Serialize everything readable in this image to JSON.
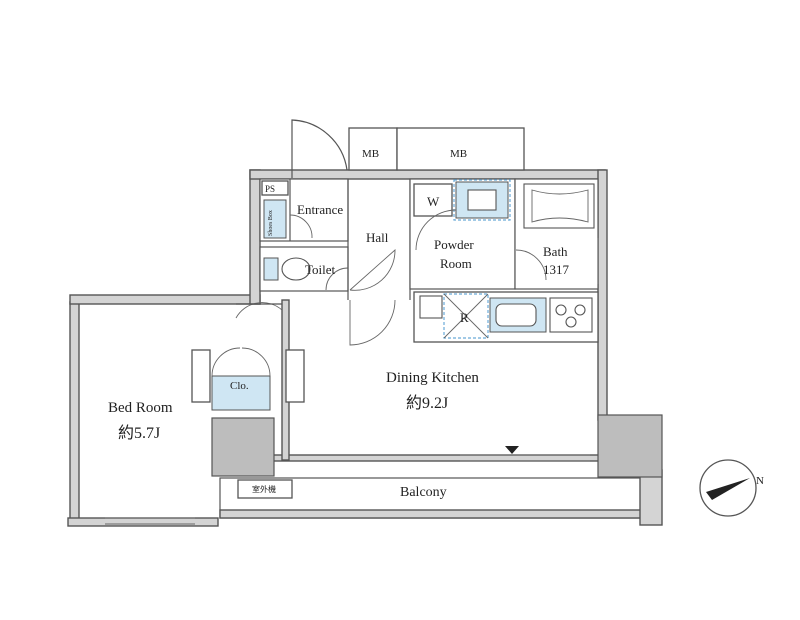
{
  "rooms": {
    "mb_small": "MB",
    "mb_large": "MB",
    "ps": "PS",
    "entrance": "Entrance",
    "shoes_box": "Shoes Box",
    "hall": "Hall",
    "toilet": "Toilet",
    "washer": "W",
    "powder_room_line1": "Powder",
    "powder_room_line2": "Room",
    "bath": "Bath",
    "bath_size": "1317",
    "refrigerator": "R",
    "dining_kitchen": "Dining Kitchen",
    "dining_kitchen_area": "約9.2J",
    "closet": "Clo.",
    "bed_room": "Bed Room",
    "bed_room_area": "約5.7J",
    "outdoor_unit": "室外機",
    "balcony": "Balcony"
  },
  "compass": {
    "north_label": "N"
  },
  "colors": {
    "wall": "#d4d4d4",
    "fixture_blue": "#cfe6f3",
    "dashed_blue": "#6aaad8",
    "column": "#bdbdbd"
  }
}
